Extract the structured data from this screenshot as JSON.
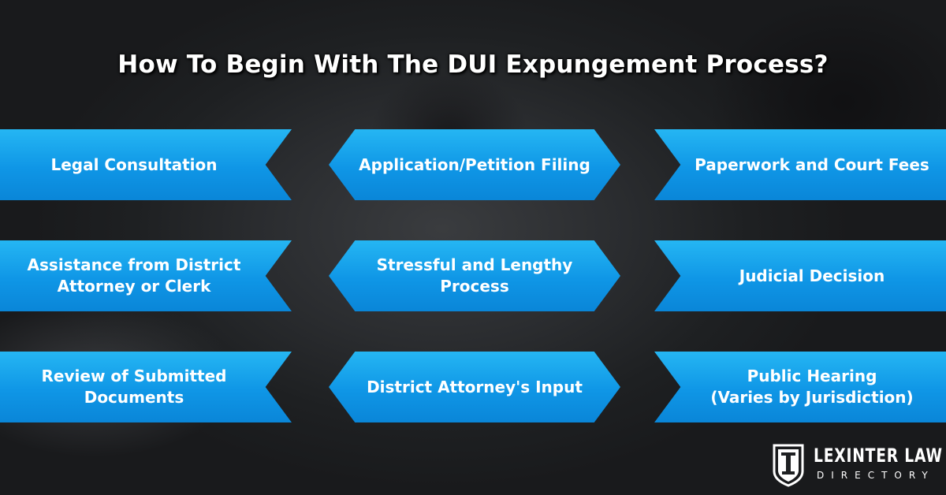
{
  "title": "How To Begin With The DUI Expungement Process?",
  "steps": [
    {
      "label": "Legal Consultation"
    },
    {
      "label": "Application/Petition Filing"
    },
    {
      "label": "Paperwork and Court Fees"
    },
    {
      "label": "Assistance from District\nAttorney or Clerk"
    },
    {
      "label": "Stressful and Lengthy\nProcess"
    },
    {
      "label": "Judicial Decision"
    },
    {
      "label": "Review of Submitted\nDocuments"
    },
    {
      "label": "District Attorney's Input"
    },
    {
      "label": "Public Hearing\n(Varies by Jurisdiction)"
    }
  ],
  "logo": {
    "line1": "LEXINTER LAW",
    "line2": "DIRECTORY",
    "icon": "pillar-shield-icon"
  },
  "colors": {
    "step_fill": "#0f96e6",
    "step_light": "#25b6f3",
    "background": "#2a2c2f",
    "text": "#ffffff"
  }
}
